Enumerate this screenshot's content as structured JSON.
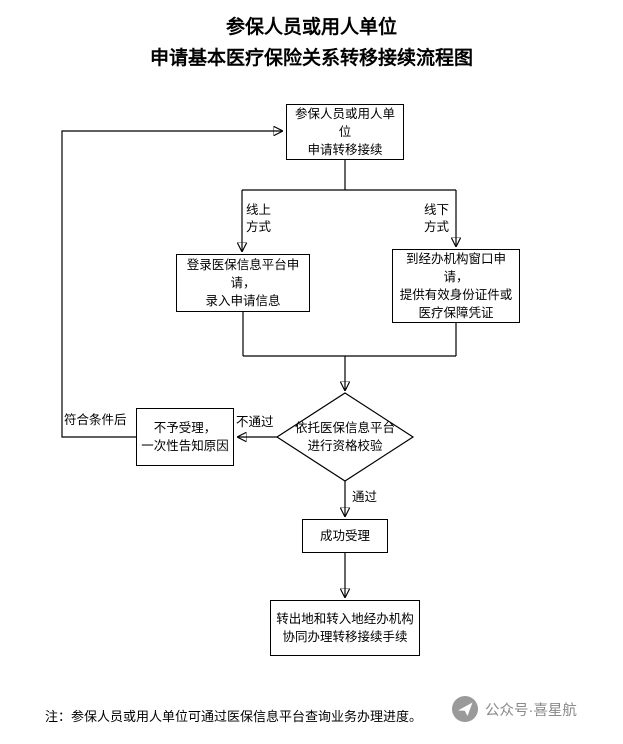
{
  "title": {
    "line1": "参保人员或用人单位",
    "line2": "申请基本医疗保险关系转移接续流程图"
  },
  "flow": {
    "start": "参保人员或用人单位\n申请转移接续",
    "branch_online_label": "线上\n方式",
    "branch_offline_label": "线下\n方式",
    "online_apply": "登录医保信息平台申请，\n录入申请信息",
    "offline_apply": "到经办机构窗口申请，\n提供有效身份证件或\n医疗保障凭证",
    "verify": "依托医保信息平台\n进行资格校验",
    "fail_label": "不通过",
    "reject": "不予受理，\n一次性告知原因",
    "requalify_label": "符合条件后",
    "pass_label": "通过",
    "accept": "成功受理",
    "final": "转出地和转入地经办机构\n协同办理转移接续手续"
  },
  "footer": {
    "note": "注：参保人员或用人单位可通过医保信息平台查询业务办理进度。",
    "wechat_label": "公众号·喜星航"
  }
}
